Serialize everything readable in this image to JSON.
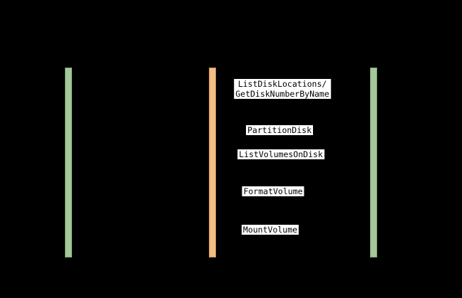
{
  "diagram": {
    "type": "sequence",
    "background_color": "#000000",
    "lifelines": [
      {
        "id": "left",
        "activation_color": "#a6c79b"
      },
      {
        "id": "middle",
        "activation_color": "#f3bd85"
      },
      {
        "id": "right",
        "activation_color": "#a6c79b"
      }
    ],
    "messages": [
      {
        "label": "ListDiskLocations/\nGetDiskNumberByName"
      },
      {
        "label": "PartitionDisk"
      },
      {
        "label": "ListVolumesOnDisk"
      },
      {
        "label": "FormatVolume"
      },
      {
        "label": "MountVolume"
      }
    ]
  }
}
